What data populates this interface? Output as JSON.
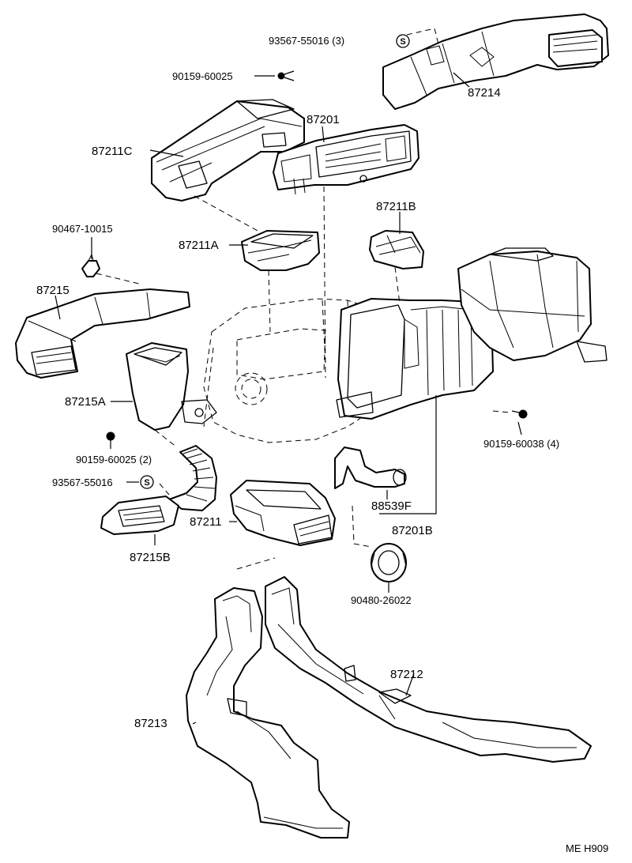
{
  "labels": {
    "p93567_55016_3": "93567-55016 (3)",
    "p90159_60025": "90159-60025",
    "p87214": "87214",
    "p87201": "87201",
    "p87211C": "87211C",
    "p87211B": "87211B",
    "p90467_10015": "90467-10015",
    "p87211A": "87211A",
    "p87215": "87215",
    "p87215A": "87215A",
    "p90159_60038_4": "90159-60038 (4)",
    "p90159_60025_2": "90159-60025 (2)",
    "p93567_55016": "93567-55016",
    "p88539F": "88539F",
    "p87211": "87211",
    "p87201B": "87201B",
    "p87215B": "87215B",
    "p90480_26022": "90480-26022",
    "p87212": "87212",
    "p87213": "87213",
    "diagram_code": "ME H909"
  },
  "symbols": {
    "s_mark": "S"
  }
}
